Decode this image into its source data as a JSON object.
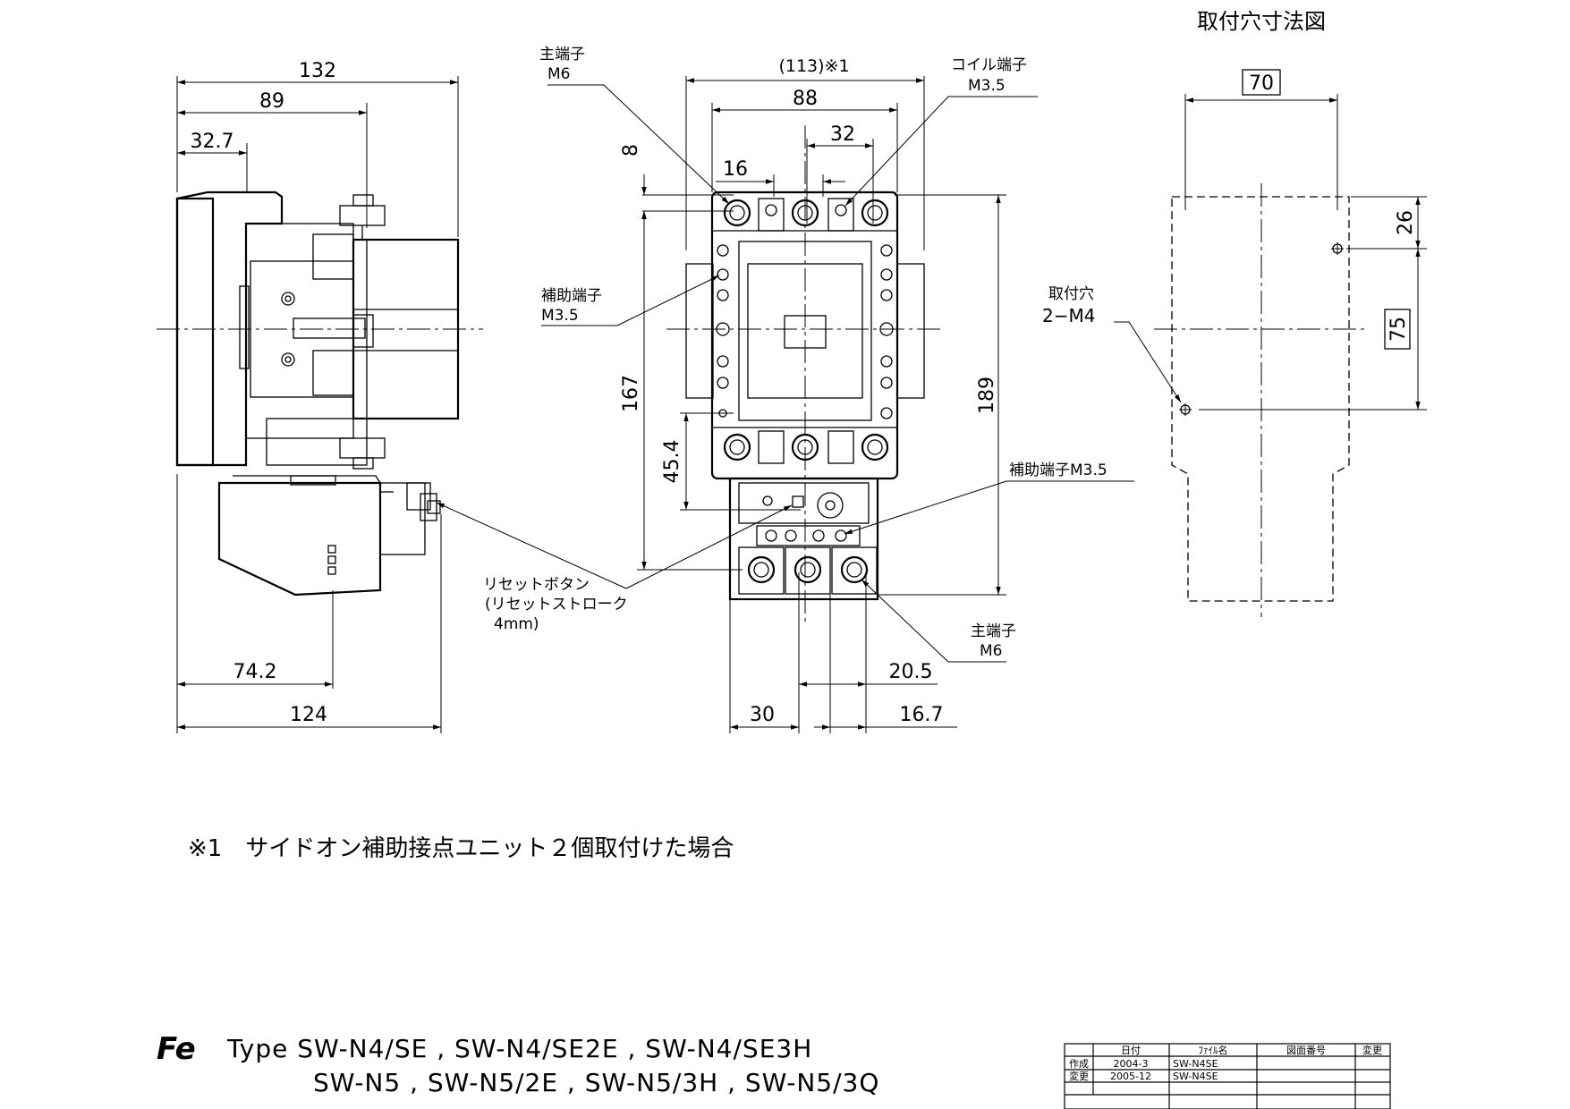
{
  "side_view": {
    "dim_132": "132",
    "dim_89": "89",
    "dim_32_7": "32.7",
    "dim_74_2": "74.2",
    "dim_124": "124"
  },
  "front_view": {
    "dim_113": "(113)※1",
    "dim_88": "88",
    "dim_32": "32",
    "dim_16": "16",
    "dim_8": "8",
    "dim_167": "167",
    "dim_189": "189",
    "dim_45_4": "45.4",
    "dim_30": "30",
    "dim_20_5": "20.5",
    "dim_16_7": "16.7",
    "label_main_terminal_top": "主端子",
    "label_main_terminal_top_size": "M6",
    "label_coil_terminal": "コイル端子",
    "label_coil_terminal_size": "M3.5",
    "label_aux_terminal": "補助端子",
    "label_aux_terminal_size": "M3.5",
    "label_aux_terminal_2": "補助端子M3.5",
    "label_reset_1": "リセットボタン",
    "label_reset_2": "(リセットストローク",
    "label_reset_3": "4mm)",
    "label_main_terminal_bottom": "主端子",
    "label_main_terminal_bottom_size": "M6"
  },
  "mounting": {
    "title": "取付穴寸法図",
    "dim_70": "70",
    "dim_26": "26",
    "dim_75": "75",
    "hole_label_1": "取付穴",
    "hole_label_2": "2−M4"
  },
  "footnote": "※1　サイドオン補助接点ユニット２個取付けた場合",
  "brand_logo": "Fe",
  "type_line_1": "Type SW-N4/SE , SW-N4/SE2E , SW-N4/SE3H",
  "type_line_2": "SW-N5 , SW-N5/2E , SW-N5/3H , SW-N5/3Q",
  "title_block": {
    "headers": [
      "日付",
      "ﾌｧｲﾙ名",
      "図面番号",
      "変更"
    ],
    "rows": [
      {
        "label": "作成",
        "date": "2004-3",
        "file": "SW-N4SE"
      },
      {
        "label": "変更",
        "date": "2005-12",
        "file": "SW-N4SE"
      }
    ]
  }
}
